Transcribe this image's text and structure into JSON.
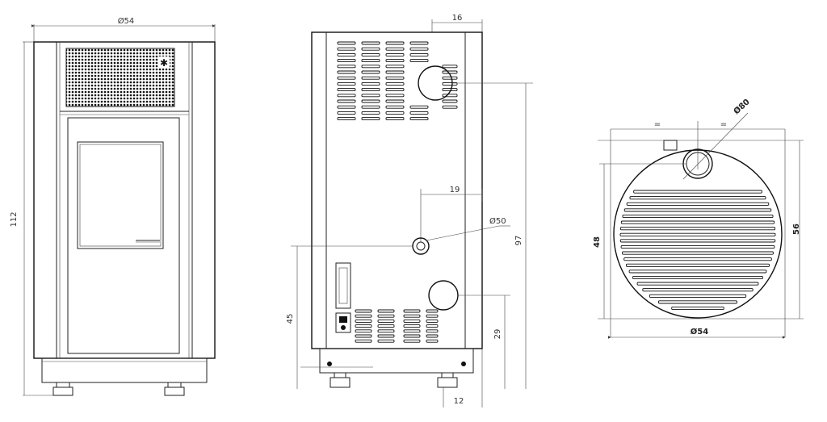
{
  "front_view": {
    "width_label": "Ø54",
    "height_label": "112"
  },
  "back_view": {
    "top_offset_label": "16",
    "center_offset_label": "19",
    "inlet_diameter_label": "Ø50",
    "total_height_label": "97",
    "inlet_height_label": "45",
    "outlet_height_label": "29",
    "bottom_offset_label": "12"
  },
  "top_view": {
    "equal_left_label": "=",
    "equal_right_label": "=",
    "flue_diameter_label": "Ø80",
    "depth_label": "48",
    "total_depth_label": "56",
    "diameter_label": "Ø54"
  }
}
